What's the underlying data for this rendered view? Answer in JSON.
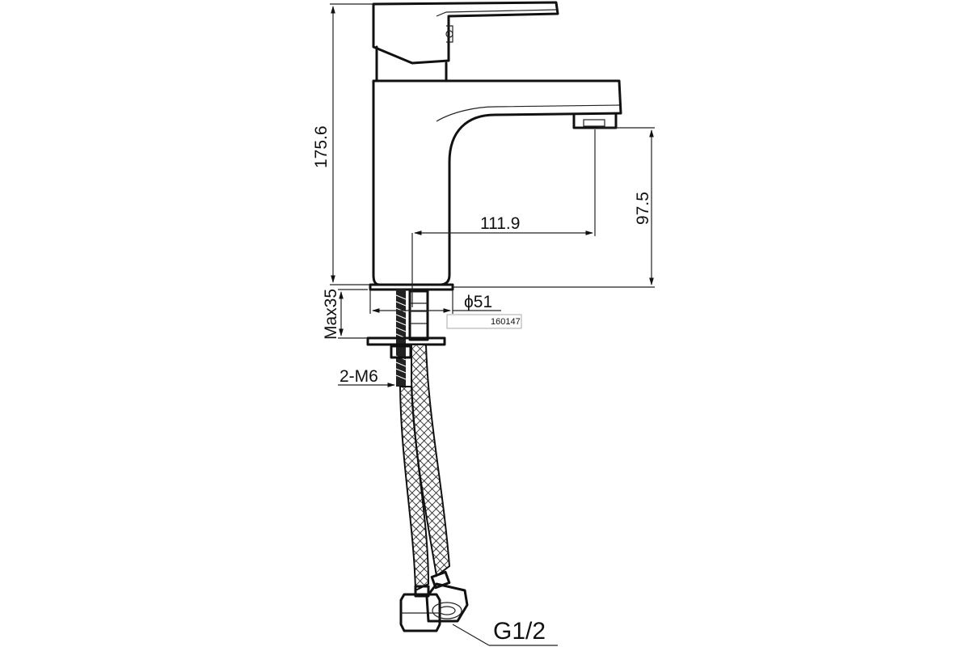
{
  "drawing": {
    "subject": "faucet",
    "dimensions": {
      "total_height": "175.6",
      "spout_height": "97.5",
      "spout_reach": "111.9",
      "base_diameter": "ϕ51",
      "max_mount_thickness": "Max35",
      "studs": "2-M6",
      "connection": "G1/2"
    },
    "code_label": "160147"
  }
}
